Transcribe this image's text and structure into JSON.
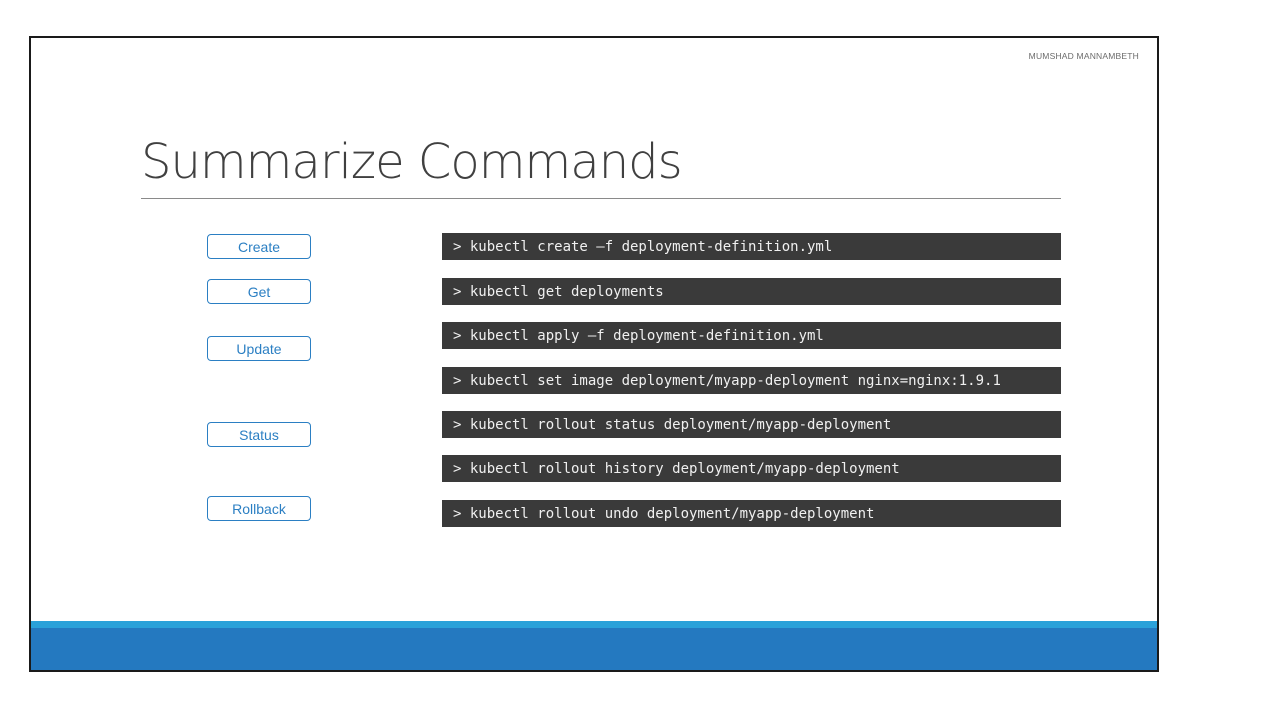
{
  "slide": {
    "author": "MUMSHAD MANNAMBETH",
    "title": "Summarize Commands"
  },
  "labels": {
    "create": "Create",
    "get": "Get",
    "update": "Update",
    "status": "Status",
    "rollback": "Rollback"
  },
  "commands": [
    "> kubectl create –f deployment-definition.yml",
    "> kubectl get deployments",
    "> kubectl apply –f deployment-definition.yml",
    "> kubectl set image deployment/myapp-deployment nginx=nginx:1.9.1",
    "> kubectl rollout status deployment/myapp-deployment",
    "> kubectl rollout history deployment/myapp-deployment",
    "> kubectl rollout undo deployment/myapp-deployment"
  ],
  "colors": {
    "accent": "#2b7fc3",
    "command_bg": "#3a3a3a",
    "band_light": "#2aa1d9",
    "band_dark": "#2479c0"
  }
}
